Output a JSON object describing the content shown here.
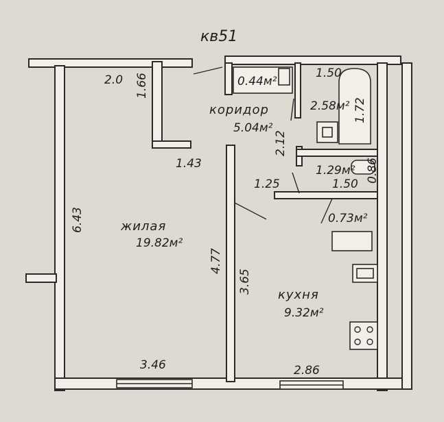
{
  "plan": {
    "apartment": "кв51",
    "rooms": {
      "living": {
        "name": "жилая",
        "area": "19.82м²"
      },
      "corridor": {
        "name": "коридор",
        "area": "5.04м²"
      },
      "kitchen": {
        "name": "кухня",
        "area": "9.32м²"
      },
      "closet": {
        "area": "0.44м²"
      },
      "bathroom": {
        "area": "2.58м²"
      },
      "toilet": {
        "area": "1.29м²"
      },
      "pantry": {
        "area": "0.73м²"
      }
    },
    "dims": {
      "living_top": "2.0",
      "nook_height": "1.66",
      "living_left": "6.43",
      "nook_width": "1.43",
      "living_right": "4.77",
      "living_bottom": "3.46",
      "kitchen_left": "3.65",
      "kitchen_bottom": "2.86",
      "corridor_upper": "1.50",
      "bath_height": "1.72",
      "corridor_depth": "2.12",
      "corridor_width": "1.25",
      "toilet_width": "1.50",
      "toilet_depth": "0.86"
    }
  }
}
